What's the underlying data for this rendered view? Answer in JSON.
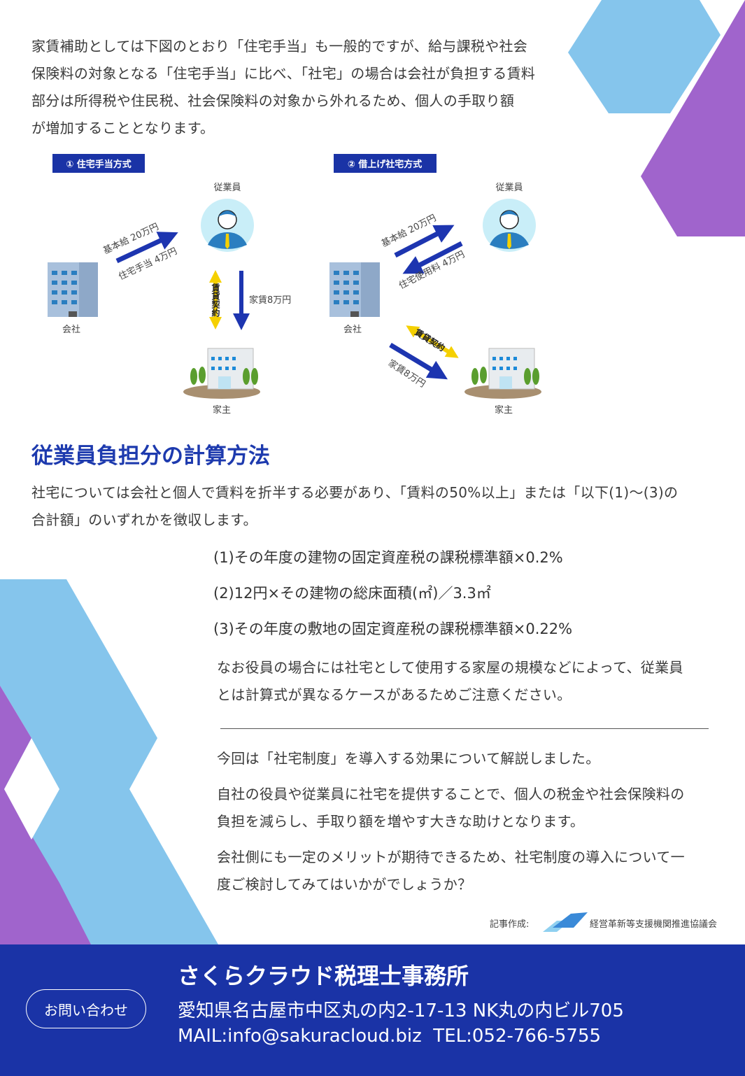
{
  "intro": [
    "家賃補助としては下図のとおり「住宅手当」も一般的ですが、給与課税や社会",
    "保険料の対象となる「住宅手当」に比べ、「社宅」の場合は会社が負担する賃料",
    "部分は所得税や住民税、社会保険料の対象から外れるため、個人の手取り額",
    "が増加することとなります。"
  ],
  "diagram1": {
    "title": "① 住宅手当方式",
    "employee": "従業員",
    "company": "会社",
    "landlord": "家主",
    "salary": "基本給 20万円",
    "allowance": "住宅手当 4万円",
    "contract": "賃貸契約",
    "rent": "家賃8万円"
  },
  "diagram2": {
    "title": "② 借上げ社宅方式",
    "employee": "従業員",
    "company": "会社",
    "landlord": "家主",
    "salary": "基本給 20万円",
    "usage_fee": "住宅使用料 4万円",
    "contract": "賃貸契約",
    "rent": "家賃8万円"
  },
  "section": {
    "heading": "従業員負担分の計算方法",
    "body": [
      "社宅については会社と個人で賃料を折半する必要があり、「賃料の50%以上」または「以下(1)～(3)の",
      "合計額」のいずれかを徴収します。"
    ],
    "formulas": [
      "(1)その年度の建物の固定資産税の課税標準額×0.2%",
      "(2)12円×その建物の総床面積(㎡)／3.3㎡",
      "(3)その年度の敷地の固定資産税の課税標準額×0.22%"
    ],
    "note": [
      "なお役員の場合には社宅として使用する家屋の規模などによって、従業員",
      "とは計算式が異なるケースがあるためご注意ください。"
    ],
    "conclusion": [
      "今回は「社宅制度」を導入する効果について解説しました。",
      "自社の役員や従業員に社宅を提供することで、個人の税金や社会保険料の",
      "負担を減らし、手取り額を増やす大きな助けとなります。",
      "会社側にも一定のメリットが期待できるため、社宅制度の導入について一",
      "度ご検討してみてはいかがでしょうか？"
    ]
  },
  "credit": {
    "label": "記事作成:",
    "org": "経営革新等支援機関推進協議会"
  },
  "footer": {
    "name": "さくらクラウド税理士事務所",
    "address": "愛知県名古屋市中区丸の内2-17-13 NK丸の内ビル705",
    "contact_line": "MAIL:info@sakuracloud.biz  TEL:052-766-5755",
    "contact_button": "お問い合わせ"
  },
  "colors": {
    "brand": "#1a33a6",
    "light_blue": "#85c5ec",
    "purple": "#a064cc",
    "arrow": "#1d35b0",
    "contract": "#f5d000"
  }
}
